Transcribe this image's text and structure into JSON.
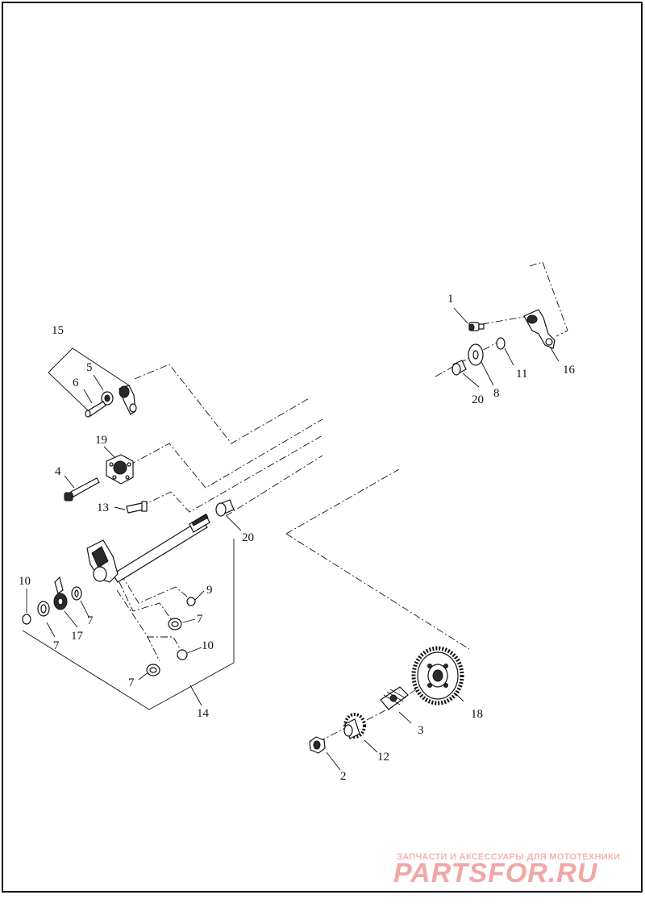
{
  "labels": {
    "l1": "1",
    "l2": "2",
    "l3": "3",
    "l4": "4",
    "l5": "5",
    "l6": "6",
    "l7a": "7",
    "l7b": "7",
    "l7c": "7",
    "l7d": "7",
    "l8": "8",
    "l9": "9",
    "l10a": "10",
    "l10b": "10",
    "l11": "11",
    "l12": "12",
    "l13": "13",
    "l14": "14",
    "l15": "15",
    "l16": "16",
    "l17": "17",
    "l18": "18",
    "l19": "19",
    "l20a": "20",
    "l20b": "20"
  },
  "watermark": {
    "tagline": "ЗАПЧАСТИ И АКСЕССУАРЫ ДЛЯ МОТОТЕХНИКИ",
    "brand": "PARTSFOR.RU"
  }
}
